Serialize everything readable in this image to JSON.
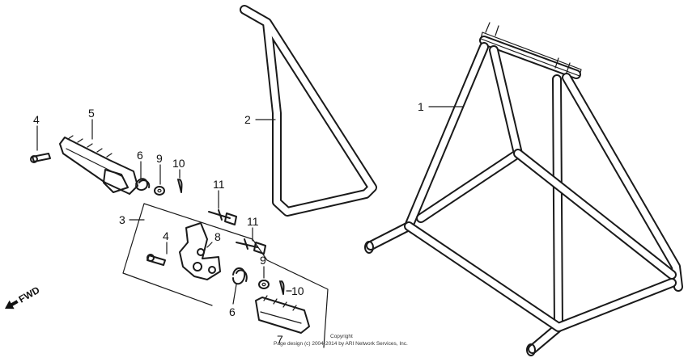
{
  "labels": {
    "part_1": "1",
    "part_2": "2",
    "part_3": "3",
    "part_4_top": "4",
    "part_4_assy": "4",
    "part_5": "5",
    "part_6_top": "6",
    "part_6_assy": "6",
    "part_7": "7",
    "part_8": "8",
    "part_9_top": "9",
    "part_9_assy": "9",
    "part_10_top": "10",
    "part_10_assy": "10",
    "part_11_upper": "11",
    "part_11_lower": "11"
  },
  "direction": {
    "label": "FWD"
  },
  "copyright": {
    "line1": "Copyright",
    "line2": "Page design (c) 2004-2014 by ARI Network Services, Inc."
  }
}
